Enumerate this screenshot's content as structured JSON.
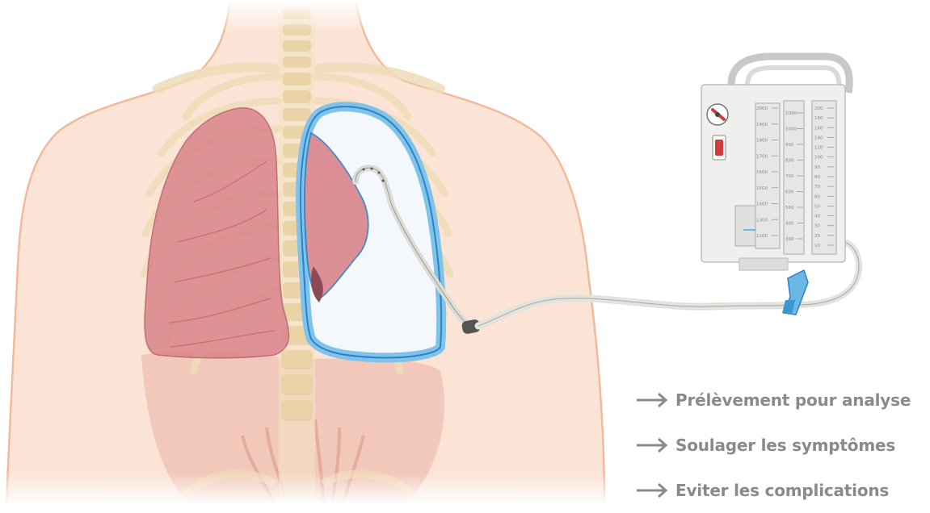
{
  "colors": {
    "background": "#ffffff",
    "skin": "#fbe4d6",
    "skin_outline": "#f2b99c",
    "bone": "#f6ecd2",
    "lung": "#d9848a",
    "lung_dark": "#b95a64",
    "pleura": "#7fc3e8",
    "pleura_outline": "#2e80c8",
    "tube": "#e6e6e2",
    "clamp": "#6ab8e6",
    "device": "#eeeeec",
    "text": "#8a8a8a"
  },
  "drain": {
    "scale_collection": [
      "2000",
      "1900",
      "1800",
      "1700",
      "1600",
      "1500",
      "1400",
      "1300",
      "1200"
    ],
    "scale_middle": [
      "1090",
      "1000",
      "900",
      "800",
      "700",
      "600",
      "500",
      "400",
      "300"
    ],
    "scale_suction": [
      "200",
      "180",
      "160",
      "140",
      "120",
      "100",
      "90",
      "80",
      "70",
      "60",
      "50",
      "40",
      "30",
      "20",
      "10"
    ]
  },
  "bullets": [
    {
      "label": "Prélèvement pour analyse",
      "icon": "arrow-right-icon"
    },
    {
      "label": "Soulager les symptômes",
      "icon": "arrow-right-icon"
    },
    {
      "label": "Eviter les complications",
      "icon": "arrow-right-icon"
    }
  ]
}
